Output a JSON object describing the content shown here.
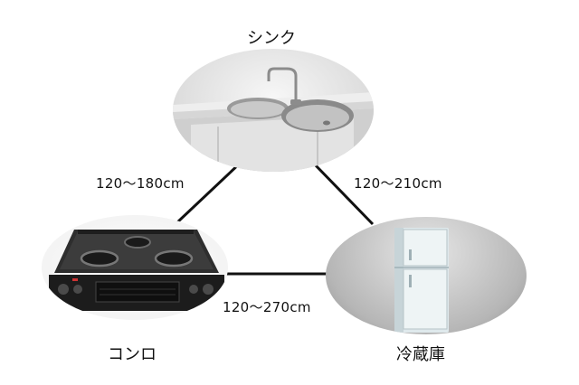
{
  "nodes": {
    "sink": {
      "label": "シンク",
      "icon": "sink-icon"
    },
    "stove": {
      "label": "コンロ",
      "icon": "gas-stove-icon"
    },
    "fridge": {
      "label": "冷蔵庫",
      "icon": "refrigerator-icon"
    }
  },
  "edges": {
    "sink_stove": {
      "label": "120〜180cm"
    },
    "sink_fridge": {
      "label": "120〜210cm"
    },
    "stove_fridge": {
      "label": "120〜270cm"
    }
  },
  "colors": {
    "line": "#111111",
    "background": "#ffffff"
  }
}
